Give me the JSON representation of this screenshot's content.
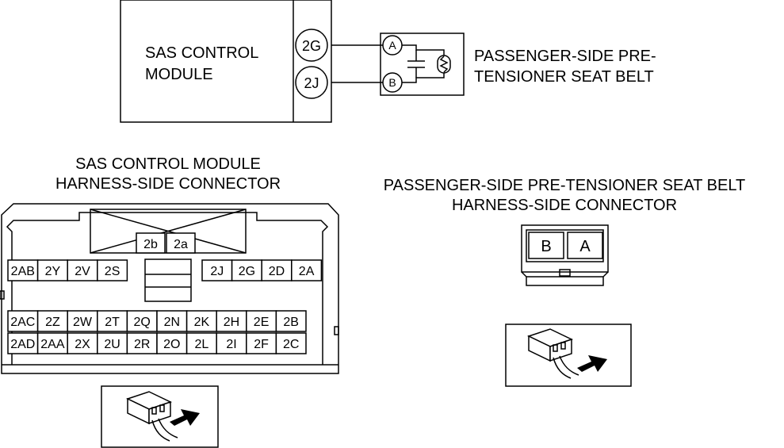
{
  "schematic": {
    "module_label_line1": "SAS CONTROL",
    "module_label_line2": "MODULE",
    "module_terminals": [
      "2G",
      "2J"
    ],
    "device_terminals": [
      "A",
      "B"
    ],
    "device_label_line1": "PASSENGER-SIDE PRE-",
    "device_label_line2": "TENSIONER SEAT BELT"
  },
  "sas_connector": {
    "title_line1": "SAS CONTROL MODULE",
    "title_line2": "HARNESS-SIDE CONNECTOR",
    "top_pins": [
      "2b",
      "2a"
    ],
    "row1_left": [
      "2AB",
      "2Y",
      "2V",
      "2S"
    ],
    "row1_right": [
      "2J",
      "2G",
      "2D",
      "2A"
    ],
    "row2": [
      "2AC",
      "2Z",
      "2W",
      "2T",
      "2Q",
      "2N",
      "2K",
      "2H",
      "2E",
      "2B"
    ],
    "row3": [
      "2AD",
      "2AA",
      "2X",
      "2U",
      "2R",
      "2O",
      "2L",
      "2I",
      "2F",
      "2C"
    ]
  },
  "seatbelt_connector": {
    "title_line1": "PASSENGER-SIDE PRE-TENSIONER SEAT BELT",
    "title_line2": "HARNESS-SIDE CONNECTOR",
    "pins": [
      "B",
      "A"
    ]
  }
}
